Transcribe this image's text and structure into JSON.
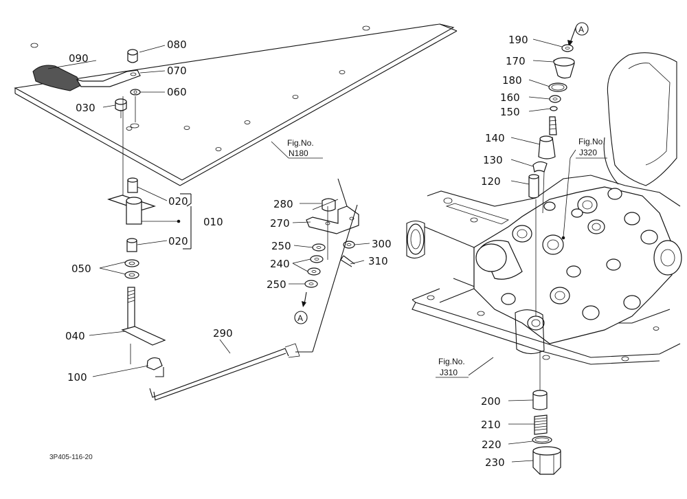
{
  "diagram": {
    "drawing_code": "3P405-116-20",
    "view_marker": "A",
    "labels": {
      "p010": "010",
      "p020a": "020",
      "p020b": "020",
      "p030": "030",
      "p040": "040",
      "p050": "050",
      "p060": "060",
      "p070": "070",
      "p080": "080",
      "p090": "090",
      "p100": "100",
      "p120": "120",
      "p130": "130",
      "p140": "140",
      "p150": "150",
      "p160": "160",
      "p170": "170",
      "p180": "180",
      "p190": "190",
      "p200": "200",
      "p210": "210",
      "p220": "220",
      "p230": "230",
      "p240": "240",
      "p250a": "250",
      "p250b": "250",
      "p270": "270",
      "p280": "280",
      "p290": "290",
      "p300": "300",
      "p310": "310"
    },
    "figure_refs": {
      "n180": {
        "line1": "Fig.No.",
        "line2": "N180"
      },
      "j320": {
        "line1": "Fig.No.",
        "line2": "J320"
      },
      "j310": {
        "line1": "Fig.No.",
        "line2": "J310"
      }
    }
  }
}
